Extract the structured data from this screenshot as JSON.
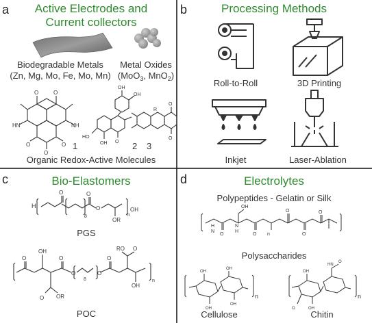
{
  "panels": {
    "a": {
      "letter": "a",
      "title_line1": "Active Electrodes and",
      "title_line2": "Current collectors",
      "metals_label": "Biodegradable Metals",
      "metals_list": "(Zn, Mg, Mo, Fe, Mo, Mn)",
      "oxides_label": "Metal Oxides",
      "oxides_list_prefix": "(MoO",
      "oxides_sub1": "3",
      "oxides_list_mid": ", MnO",
      "oxides_sub2": "2",
      "oxides_list_suffix": ")",
      "molecules_caption": "Organic Redox-Active Molecules",
      "molecule_numbers": [
        "1",
        "2",
        "3"
      ]
    },
    "b": {
      "letter": "b",
      "title": "Processing Methods",
      "methods": [
        "Roll-to-Roll",
        "3D Printing",
        "Inkjet",
        "Laser-Ablation"
      ]
    },
    "c": {
      "letter": "c",
      "title": "Bio-Elastomers",
      "polymers": [
        "PGS",
        "POC"
      ]
    },
    "d": {
      "letter": "d",
      "title": "Electrolytes",
      "peptide_caption": "Polypeptides - Gelatin or Silk",
      "saccharide_caption": "Polysaccharides",
      "saccharides": [
        "Cellulose",
        "Chitin"
      ]
    }
  },
  "colors": {
    "title_green": "#2e8b2e",
    "line_gray": "#3a3a3a",
    "oxide_sphere": "#9a9a9a"
  }
}
